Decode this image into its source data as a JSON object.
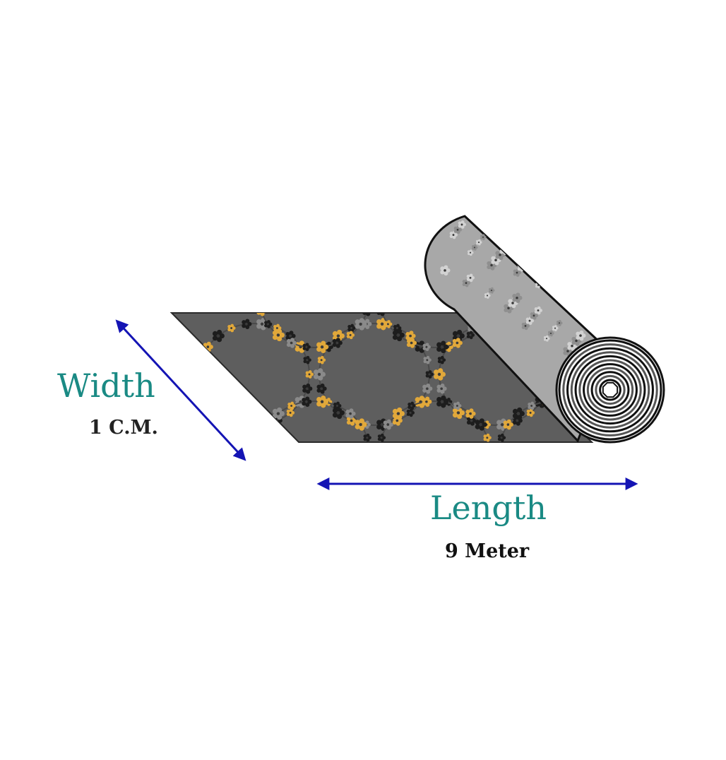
{
  "diagram": {
    "width": {
      "label": "Width",
      "value": "1 C.M."
    },
    "length": {
      "label": "Length",
      "value": "9 Meter"
    }
  },
  "colors": {
    "label_teal": "#1a8a84",
    "value_dark": "#222222",
    "arrow_blue": "#1414b4",
    "sheet_gray": "#5e5e5e",
    "roll_gray": "#a8a8a8",
    "flower_gold": "#e1a83a",
    "flower_black": "#1d1d1d",
    "flower_gray": "#8a8a8a"
  },
  "icons": {
    "width_arrow": "double-headed-arrow-icon",
    "length_arrow": "double-headed-arrow-icon",
    "roll": "rolled-sheet-icon"
  }
}
